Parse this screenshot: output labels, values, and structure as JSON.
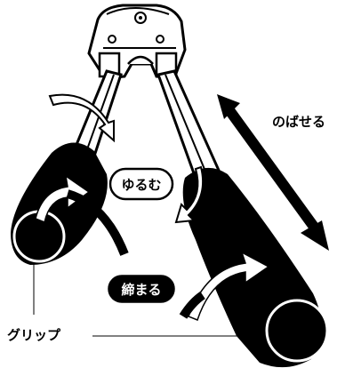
{
  "labels": {
    "extend": "のばせる",
    "loosen": "ゆるむ",
    "tighten": "締まる",
    "grip": "グリップ"
  },
  "colors": {
    "ink": "#000000",
    "paper": "#ffffff",
    "arrow_gray": "#d9d9d9"
  }
}
